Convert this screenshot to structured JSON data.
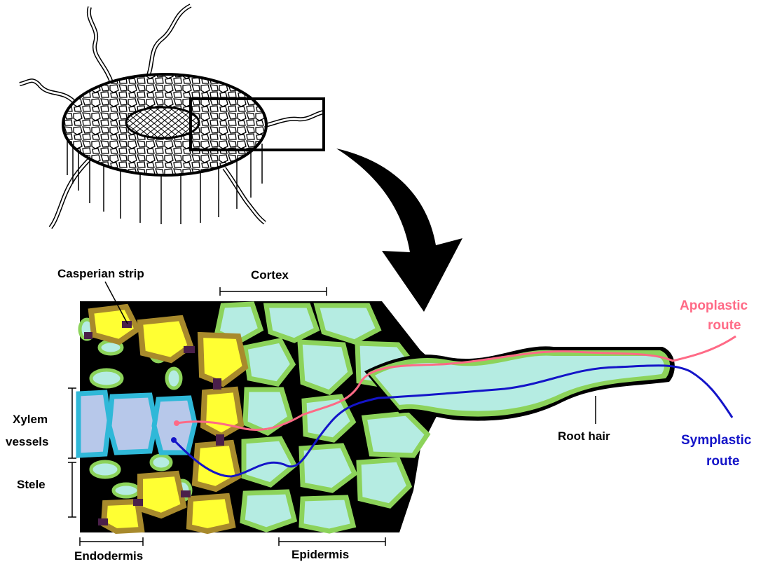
{
  "labels": {
    "casperian_strip": "Casperian strip",
    "cortex": "Cortex",
    "xylem_line1": "Xylem",
    "xylem_line2": "vessels",
    "stele": "Stele",
    "endodermis": "Endodermis",
    "epidermis": "Epidermis",
    "root_hair": "Root hair",
    "apoplastic_line1": "Apoplastic",
    "apoplastic_line2": "route",
    "symplastic_line1": "Symplastic",
    "symplastic_line2": "route"
  },
  "colors": {
    "background": "#ffffff",
    "outline": "#000000",
    "cell_wall_green": "#8cd35a",
    "cortex_cell": "#b5ece2",
    "endodermis_cell": "#ffff33",
    "endodermis_wall": "#a88a2c",
    "casparian_strip": "#4a1f4a",
    "xylem_cell": "#b7c8ea",
    "xylem_wall": "#2fb8d8",
    "apoplastic_route": "#ff6a86",
    "symplastic_route": "#1414c8",
    "arrow": "#000000"
  },
  "icons": {
    "root_cross_section": "root-cross-section-illustration",
    "arrow": "curved-down-arrow-icon"
  }
}
